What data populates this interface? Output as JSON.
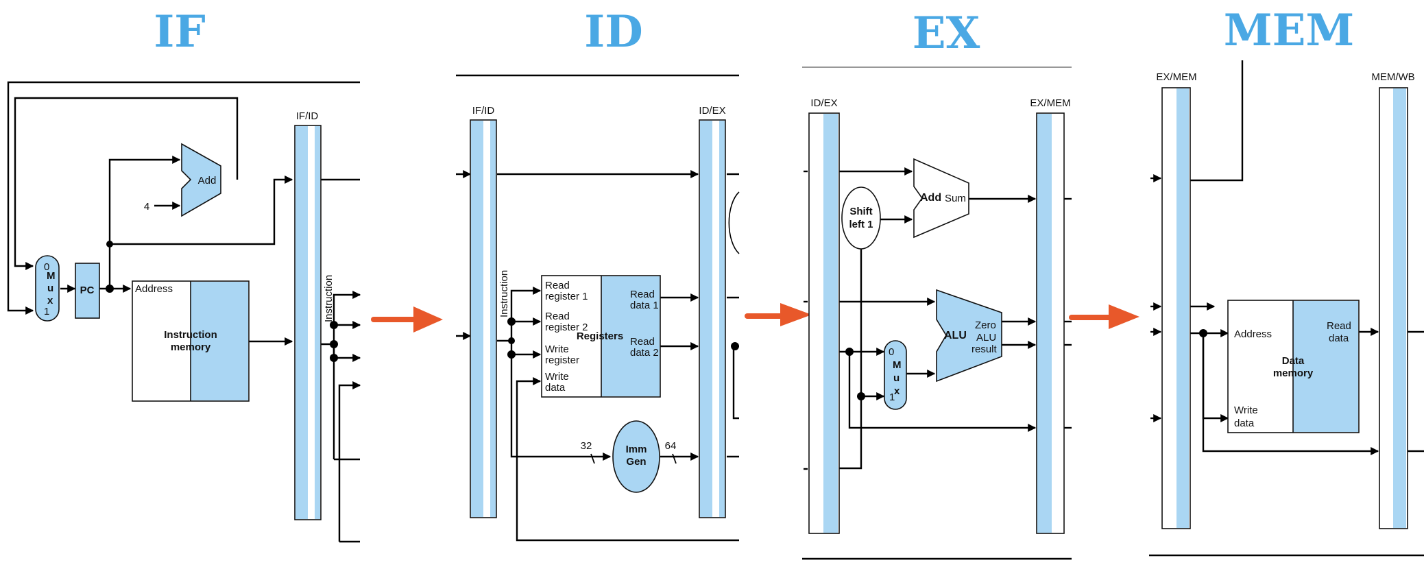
{
  "stages": [
    "IF",
    "ID",
    "EX",
    "MEM"
  ],
  "colors": {
    "stage_title": "#4aa8e4",
    "unit_fill": "#aad6f3",
    "arrow": "#e8582a",
    "wire": "#000000"
  },
  "if_panel": {
    "pipe_reg": "IF/ID",
    "mux": {
      "in0": "0",
      "in1": "1",
      "m": "M",
      "u": "u",
      "x": "x"
    },
    "pc": "PC",
    "adder": "Add",
    "const_four": "4",
    "imem": {
      "address": "Address",
      "line1": "Instruction",
      "line2": "memory"
    },
    "instruction": "Instruction"
  },
  "id_panel": {
    "reg_left": "IF/ID",
    "reg_right": "ID/EX",
    "instruction": "Instruction",
    "regfile": {
      "name": "Registers",
      "read_reg1": [
        "Read",
        "register 1"
      ],
      "read_reg2": [
        "Read",
        "register 2"
      ],
      "write_reg": [
        "Write",
        "register"
      ],
      "write_data": [
        "Write",
        "data"
      ],
      "read_data1": [
        "Read",
        "data 1"
      ],
      "read_data2": [
        "Read",
        "data 2"
      ]
    },
    "immgen": [
      "Imm",
      "Gen"
    ],
    "width_in": "32",
    "width_out": "64"
  },
  "ex_panel": {
    "reg_left": "ID/EX",
    "reg_right": "EX/MEM",
    "shift": [
      "Shift",
      "left 1"
    ],
    "adder": "Add",
    "sum": "Sum",
    "alu": "ALU",
    "zero": "Zero",
    "alu_result": [
      "ALU",
      "result"
    ],
    "mux": {
      "in0": "0",
      "in1": "1",
      "m": "M",
      "u": "u",
      "x": "x"
    }
  },
  "mem_panel": {
    "reg_left": "EX/MEM",
    "reg_right": "MEM/WB",
    "dmem": {
      "address": "Address",
      "write_data": [
        "Write",
        "data"
      ],
      "read_data": [
        "Read",
        "data"
      ],
      "line1": "Data",
      "line2": "memory"
    }
  }
}
